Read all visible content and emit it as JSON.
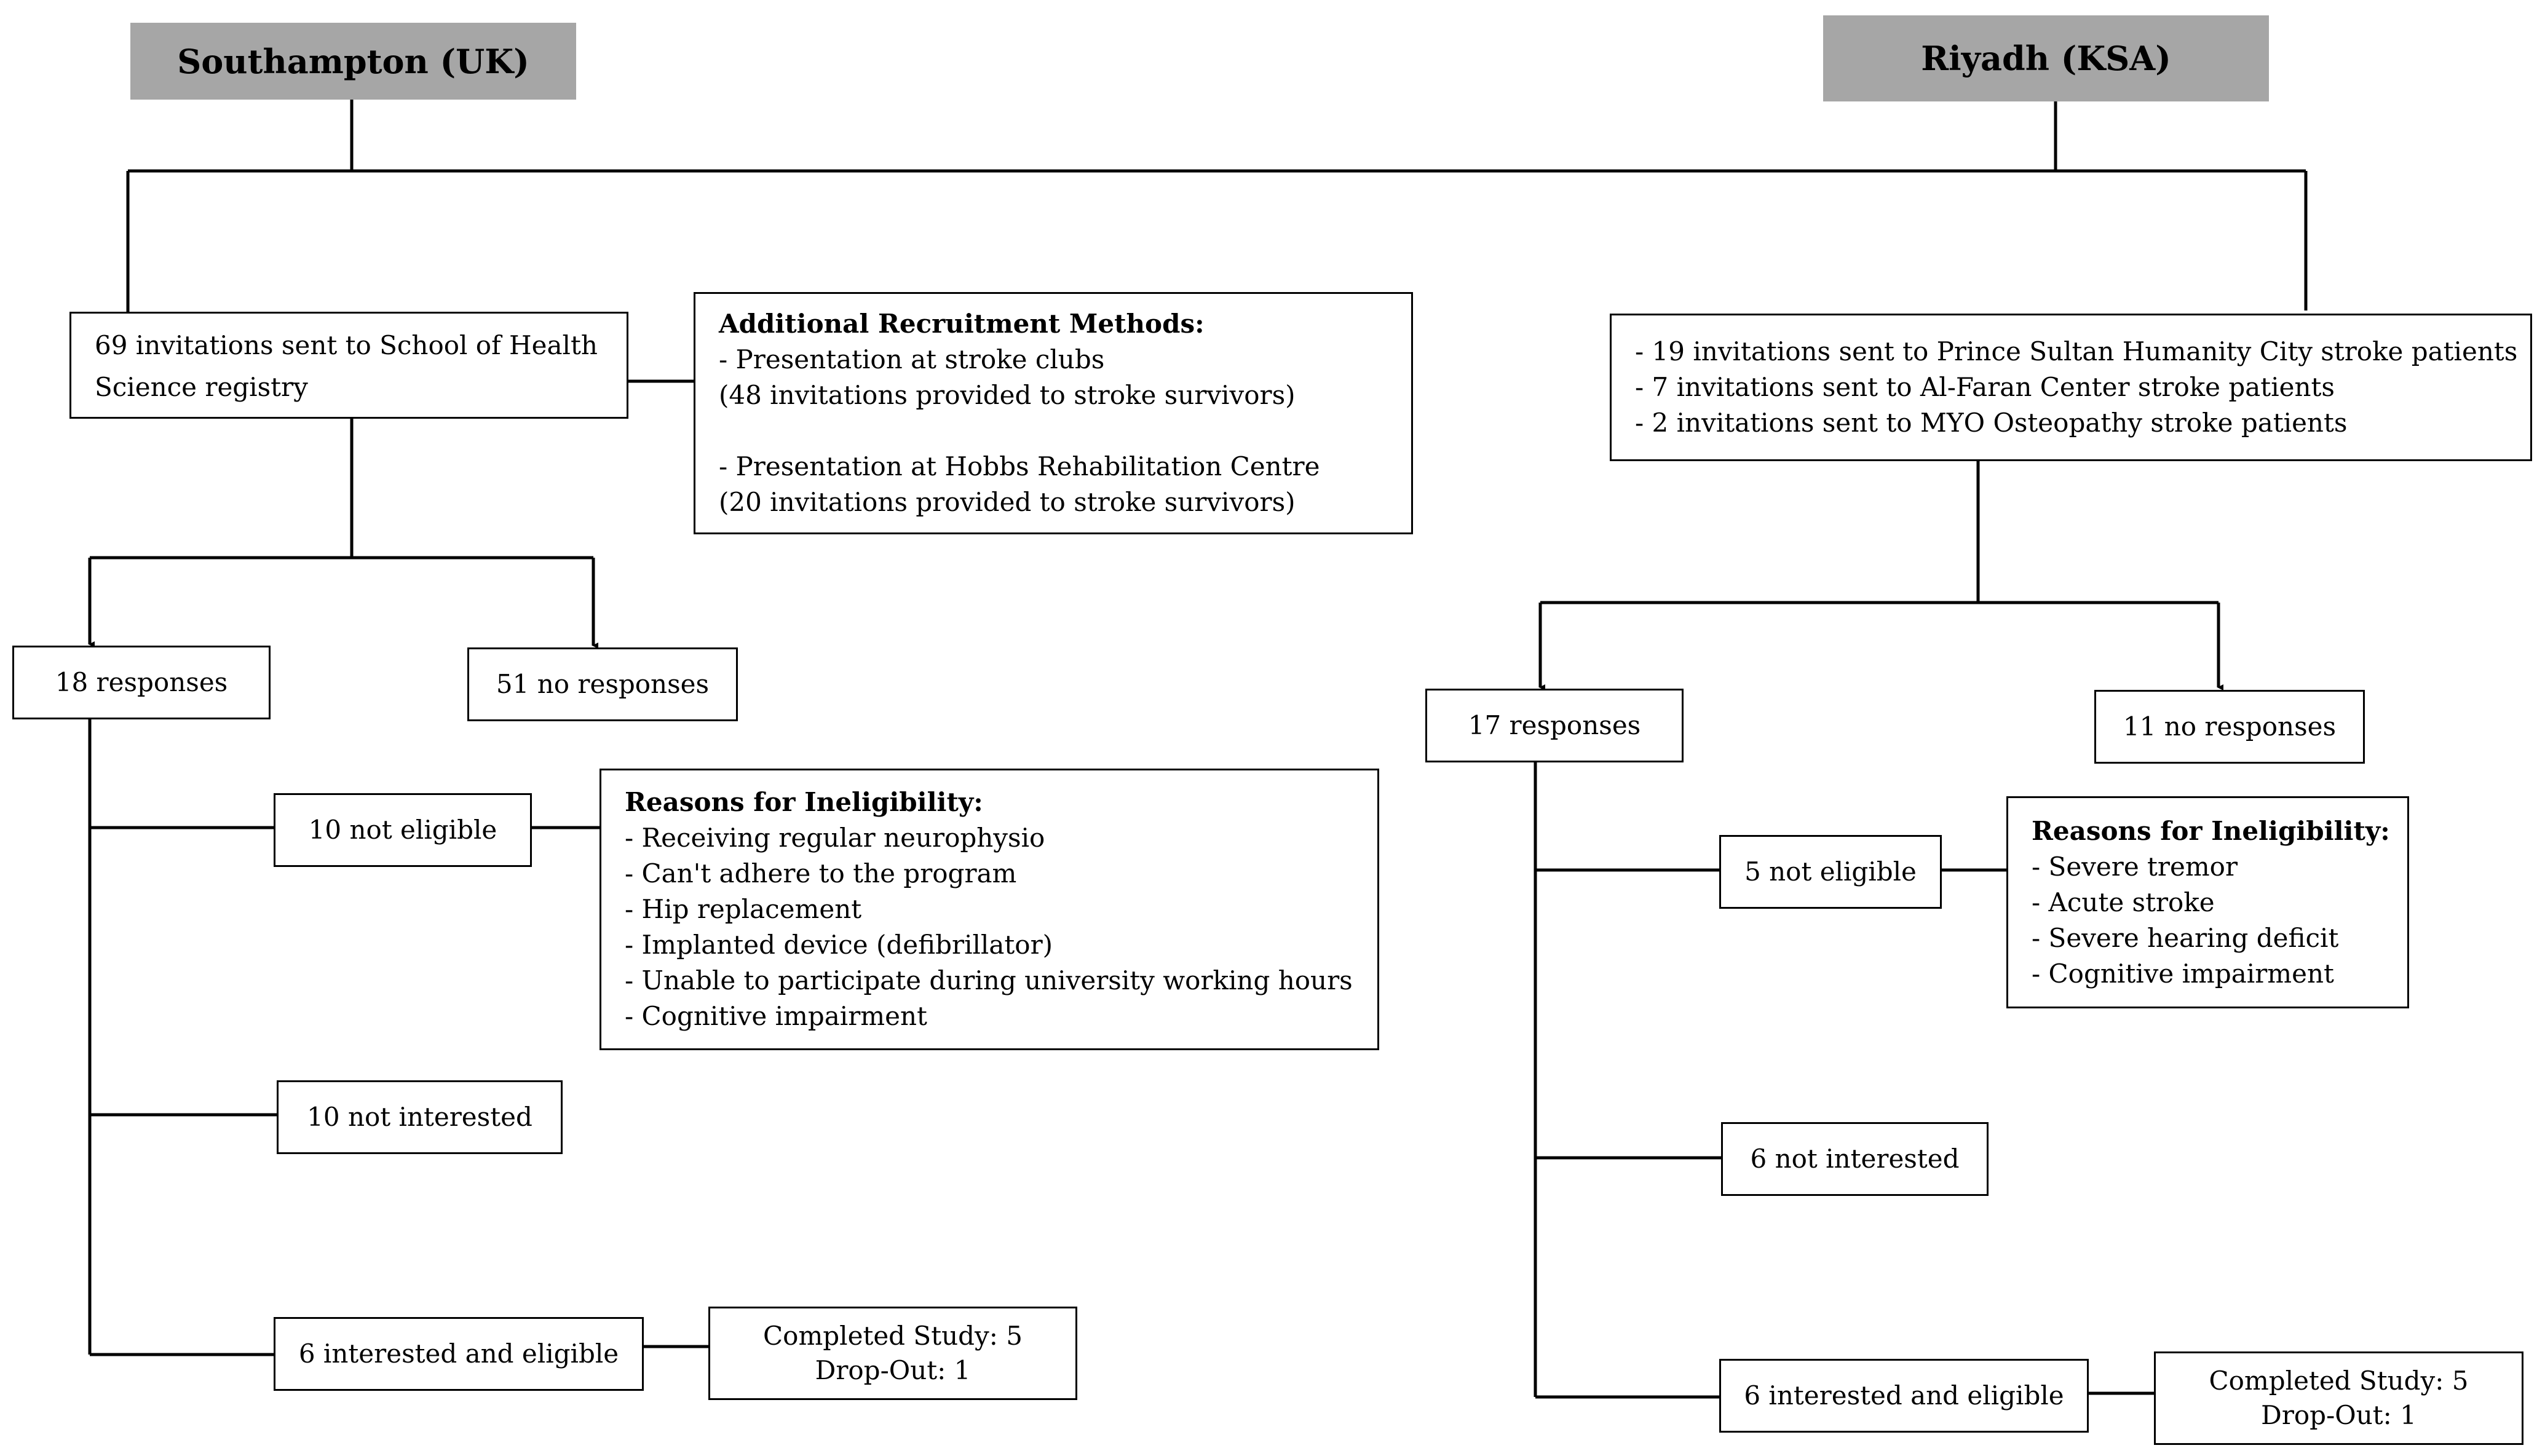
{
  "southampton": {
    "header": "Southampton (UK)",
    "invitations": "69 invitations sent to School of Health Science registry",
    "additional_methods": {
      "title": "Additional Recruitment Methods:",
      "item1_line1": "- Presentation at stroke clubs",
      "item1_line2": "(48 invitations provided to stroke survivors)",
      "item2_line1": "- Presentation at Hobbs Rehabilitation Centre",
      "item2_line2": "(20 invitations provided to stroke survivors)"
    },
    "responses": "18 responses",
    "no_responses": "51 no responses",
    "not_eligible": "10 not eligible",
    "ineligibility": {
      "title": "Reasons for Ineligibility:",
      "reasons": [
        "- Receiving regular neurophysio",
        "- Can't adhere to the program",
        "- Hip replacement",
        "- Implanted device (defibrillator)",
        "- Unable to participate during university working hours",
        "- Cognitive impairment"
      ]
    },
    "not_interested": "10 not interested",
    "interested_eligible": "6 interested and eligible",
    "completed": "Completed Study: 5",
    "dropout": "Drop-Out: 1"
  },
  "riyadh": {
    "header": "Riyadh (KSA)",
    "invitations": [
      "- 19 invitations sent to Prince Sultan Humanity City stroke patients",
      "- 7 invitations sent to Al-Faran Center stroke patients",
      "- 2 invitations sent to MYO Osteopathy stroke patients"
    ],
    "responses": "17 responses",
    "no_responses": "11 no responses",
    "not_eligible": "5 not eligible",
    "ineligibility": {
      "title": "Reasons for Ineligibility:",
      "reasons": [
        "- Severe tremor",
        "- Acute stroke",
        "- Severe hearing deficit",
        "- Cognitive impairment"
      ]
    },
    "not_interested": "6 not interested",
    "interested_eligible": "6 interested and eligible",
    "completed": "Completed Study: 5",
    "dropout": "Drop-Out: 1"
  }
}
